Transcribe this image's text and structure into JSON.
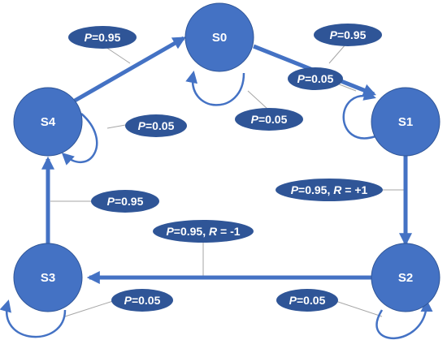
{
  "colors": {
    "node_fill": "#4472C4",
    "node_stroke": "#2F5597",
    "edge": "#4472C4",
    "leader_line": "#A6A6A6",
    "label_fill": "#2F5597",
    "label_text": "#FFFFFF"
  },
  "states": [
    {
      "id": "S0",
      "label": "S0"
    },
    {
      "id": "S1",
      "label": "S1"
    },
    {
      "id": "S2",
      "label": "S2"
    },
    {
      "id": "S3",
      "label": "S3"
    },
    {
      "id": "S4",
      "label": "S4"
    }
  ],
  "transitions": [
    {
      "from": "S4",
      "to": "S0",
      "var_p": "P",
      "prob": "=0.95",
      "var_r": "",
      "reward": ""
    },
    {
      "from": "S0",
      "to": "S1",
      "var_p": "P",
      "prob": "=0.95",
      "var_r": "",
      "reward": ""
    },
    {
      "from": "S1",
      "to": "S2",
      "var_p": "P",
      "prob": "=0.95, ",
      "var_r": "R",
      "reward": " = +1"
    },
    {
      "from": "S2",
      "to": "S3",
      "var_p": "P",
      "prob": "=0.95, ",
      "var_r": "R",
      "reward": " = -1"
    },
    {
      "from": "S3",
      "to": "S4",
      "var_p": "P",
      "prob": "=0.95",
      "var_r": "",
      "reward": ""
    },
    {
      "from": "S0",
      "to": "S0",
      "var_p": "P",
      "prob": "=0.05",
      "var_r": "",
      "reward": ""
    },
    {
      "from": "S1",
      "to": "S1",
      "var_p": "P",
      "prob": "=0.05",
      "var_r": "",
      "reward": ""
    },
    {
      "from": "S2",
      "to": "S2",
      "var_p": "P",
      "prob": "=0.05",
      "var_r": "",
      "reward": ""
    },
    {
      "from": "S3",
      "to": "S3",
      "var_p": "P",
      "prob": "=0.05",
      "var_r": "",
      "reward": ""
    },
    {
      "from": "S4",
      "to": "S4",
      "var_p": "P",
      "prob": "=0.05",
      "var_r": "",
      "reward": ""
    }
  ]
}
